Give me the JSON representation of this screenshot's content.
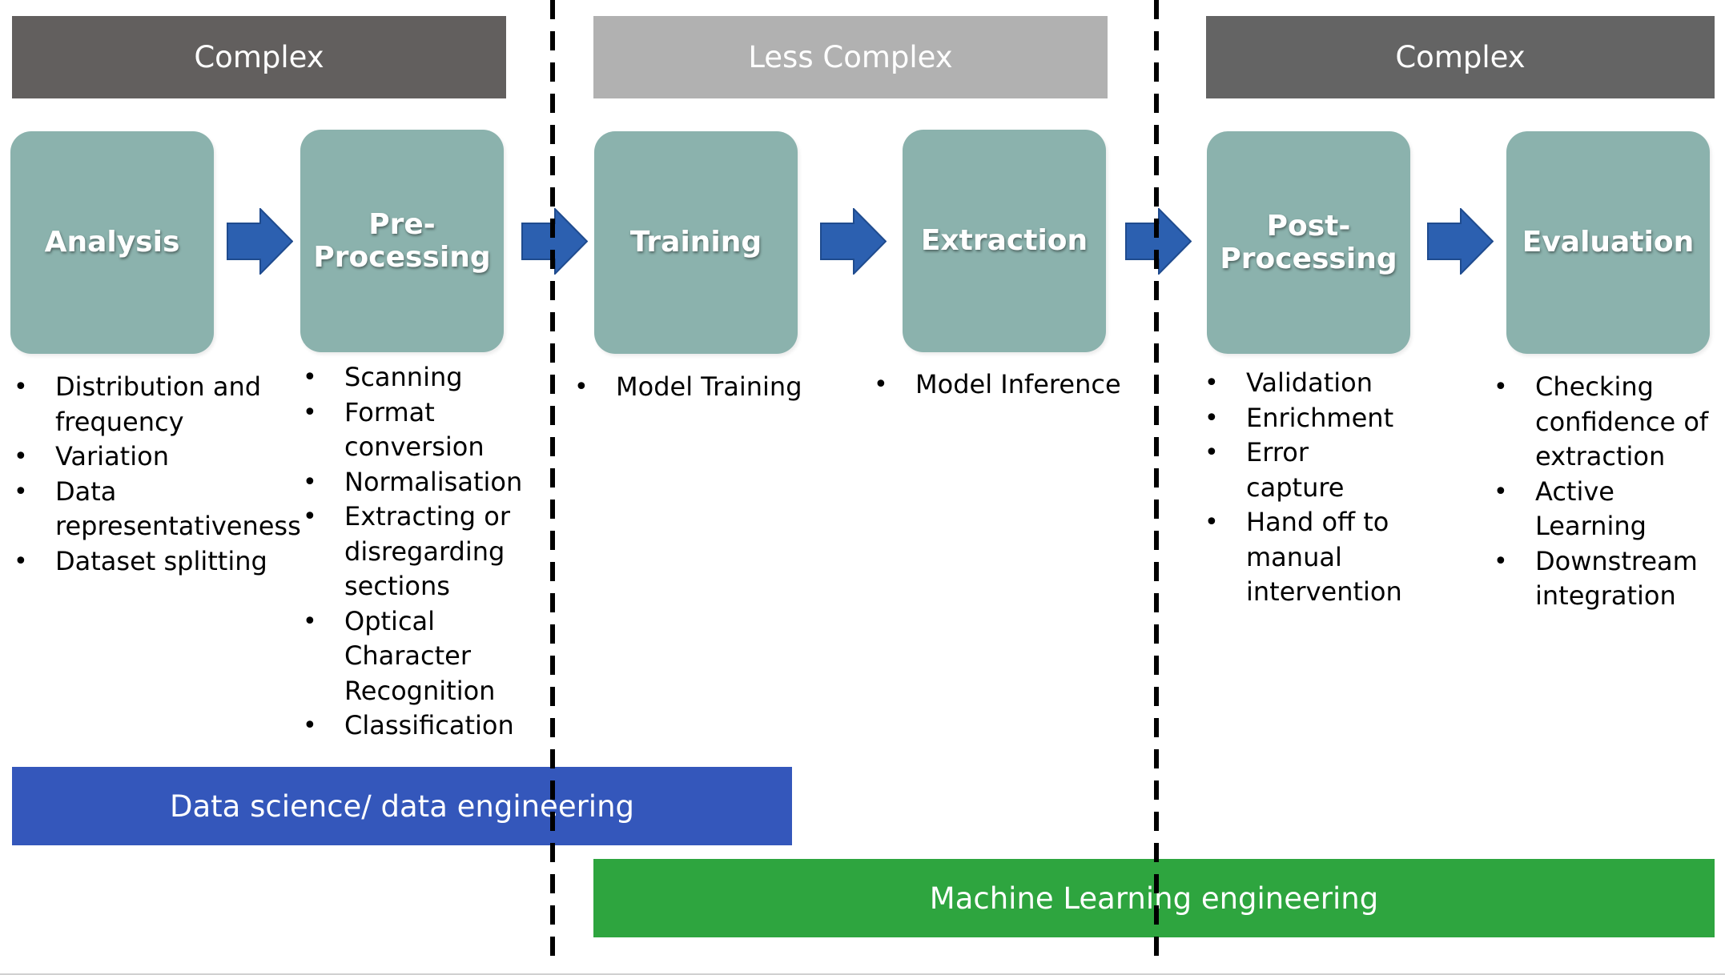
{
  "headers": [
    {
      "label": "Complex",
      "color": "#625f5e"
    },
    {
      "label": "Less Complex",
      "color": "#b1b1b1"
    },
    {
      "label": "Complex",
      "color": "#646464"
    }
  ],
  "stages": [
    {
      "label": "Analysis"
    },
    {
      "label": "Pre-\nProcessing"
    },
    {
      "label": "Training"
    },
    {
      "label": "Extraction"
    },
    {
      "label": "Post-\nProcessing"
    },
    {
      "label": "Evaluation"
    }
  ],
  "details": [
    {
      "items": [
        "Distribution and frequency",
        "Variation",
        "Data representativeness",
        "Dataset splitting"
      ]
    },
    {
      "items": [
        "Scanning",
        "Format conversion",
        "Normalisation",
        "Extracting or disregarding sections",
        "Optical Character Recognition",
        "Classification"
      ]
    },
    {
      "items": [
        "Model Training"
      ]
    },
    {
      "items": [
        "Model Inference"
      ]
    },
    {
      "items": [
        "Validation",
        "Enrichment",
        "Error capture",
        "Hand off to manual intervention"
      ]
    },
    {
      "items": [
        "Checking confidence of extraction",
        "Active Learning",
        "Downstream integration"
      ]
    }
  ],
  "roles": [
    {
      "label": "Data science/ data engineering",
      "color": "#3457bb"
    },
    {
      "label": "Machine Learning engineering",
      "color": "#2ea53f"
    }
  ],
  "colors": {
    "stage_fill": "#8bb2ad",
    "arrow_fill": "#2c60b0",
    "arrow_stroke": "#1f4b8e",
    "divider": "#000000"
  }
}
